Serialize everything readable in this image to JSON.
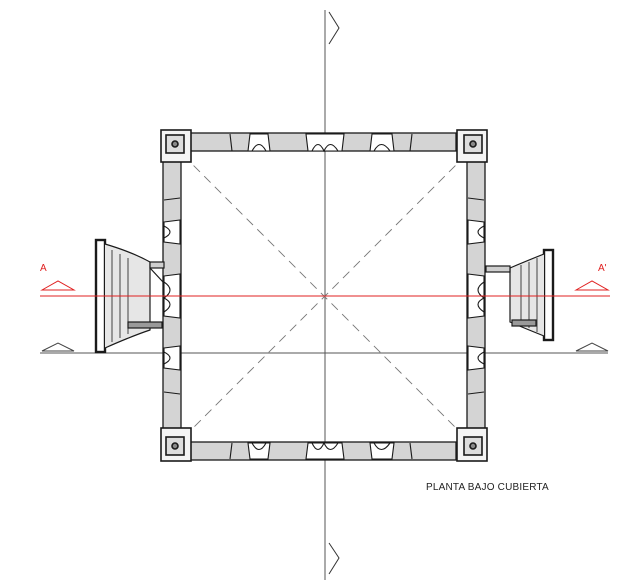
{
  "plan_title": "PLANTA BAJO CUBIERTA",
  "section_marks": {
    "left": "A",
    "right": "A'"
  },
  "colors": {
    "section_line": "#e02020",
    "wall_fill": "#d4d4d4",
    "wall_stroke": "#1a1a1a",
    "axis_line": "#555555",
    "diagonal": "#777777"
  }
}
